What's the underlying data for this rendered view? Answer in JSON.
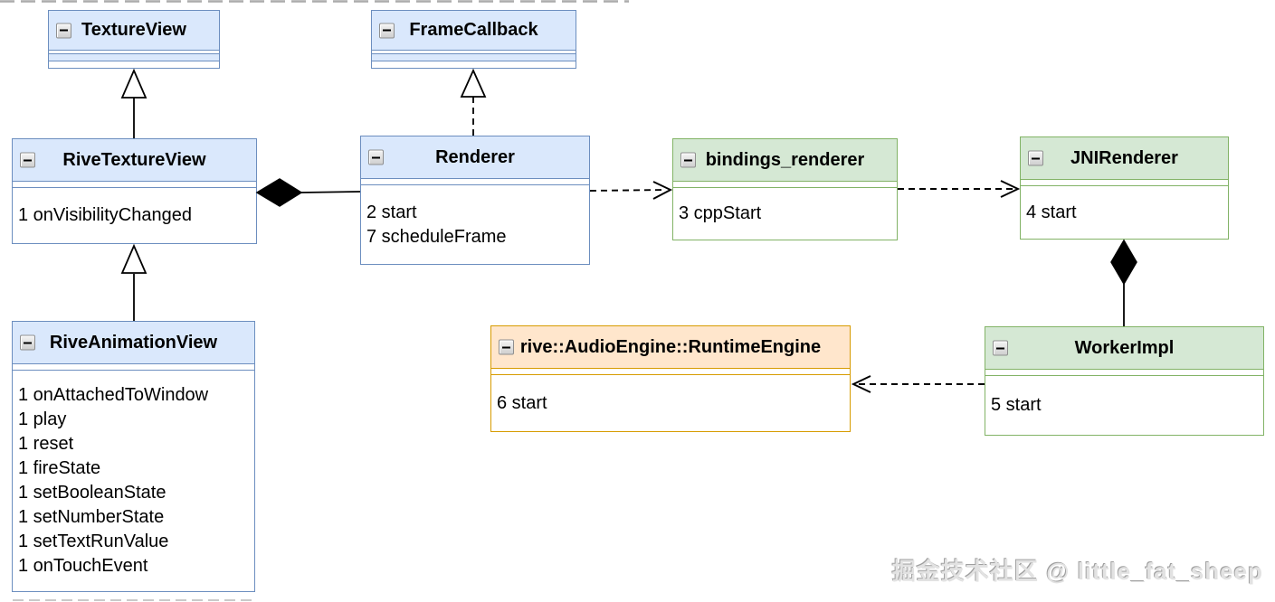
{
  "classes": {
    "texture_view": {
      "title": "TextureView",
      "methods": []
    },
    "frame_callback": {
      "title": "FrameCallback",
      "methods": []
    },
    "rive_texture_view": {
      "title": "RiveTextureView",
      "methods": [
        "1 onVisibilityChanged"
      ]
    },
    "renderer": {
      "title": "Renderer",
      "methods": [
        "2 start",
        "7 scheduleFrame"
      ]
    },
    "bindings_renderer": {
      "title": "bindings_renderer",
      "methods": [
        "3 cppStart"
      ]
    },
    "jni_renderer": {
      "title": "JNIRenderer",
      "methods": [
        "4 start"
      ]
    },
    "rive_animation_view": {
      "title": "RiveAnimationView",
      "methods": [
        "1 onAttachedToWindow",
        "1 play",
        "1 reset",
        "1 fireState",
        "1 setBooleanState",
        "1 setNumberState",
        "1 setTextRunValue",
        "1 onTouchEvent"
      ]
    },
    "audio_engine": {
      "title": "rive::AudioEngine::RuntimeEngine",
      "methods": [
        "6 start"
      ]
    },
    "worker_impl": {
      "title": "WorkerImpl",
      "methods": [
        "5 start"
      ]
    }
  },
  "relationships": [
    {
      "from": "RiveTextureView",
      "to": "TextureView",
      "type": "inheritance",
      "line": "solid"
    },
    {
      "from": "Renderer",
      "to": "FrameCallback",
      "type": "realization",
      "line": "dashed"
    },
    {
      "from": "RiveAnimationView",
      "to": "RiveTextureView",
      "type": "inheritance",
      "line": "solid"
    },
    {
      "from": "RiveTextureView",
      "to": "Renderer",
      "type": "composition",
      "line": "solid"
    },
    {
      "from": "Renderer",
      "to": "bindings_renderer",
      "type": "dependency",
      "line": "dashed"
    },
    {
      "from": "bindings_renderer",
      "to": "JNIRenderer",
      "type": "dependency",
      "line": "dashed"
    },
    {
      "from": "JNIRenderer",
      "to": "WorkerImpl",
      "type": "composition",
      "line": "solid"
    },
    {
      "from": "WorkerImpl",
      "to": "rive::AudioEngine::RuntimeEngine",
      "type": "dependency",
      "line": "dashed"
    }
  ],
  "colors": {
    "blue_fill": "#dae8fc",
    "blue_border": "#6c8ebf",
    "green_fill": "#d5e8d4",
    "green_border": "#82b366",
    "orange_fill": "#ffe6cc",
    "orange_border": "#d79b00",
    "line": "#000000"
  },
  "watermark": "掘金技术社区 @ little_fat_sheep"
}
